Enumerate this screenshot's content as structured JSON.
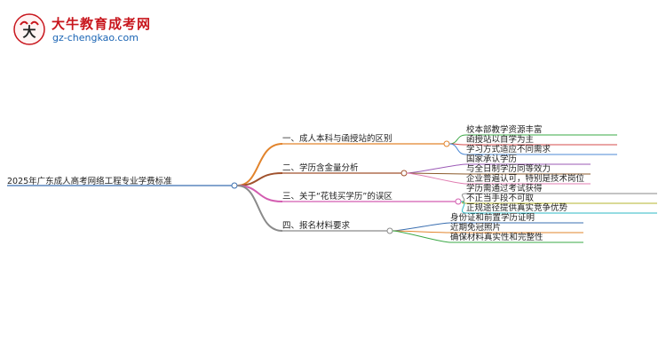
{
  "brand": {
    "title": "大牛教育成考网",
    "url": "gz-chengkao.com",
    "logo_icon": "bull-logo-icon",
    "title_color": "#c8161d",
    "url_color": "#1a64b4"
  },
  "mindmap": {
    "root": "2025年广东成人高考网络工程专业学费标准",
    "root_color": "#3a6fb0",
    "branches": [
      {
        "label": "一、成人本科与函授站的区别",
        "color": "#e2842c",
        "children": [
          {
            "label": "校本部教学资源丰富",
            "color": "#3aa845"
          },
          {
            "label": "函授站以自学为主",
            "color": "#d64b4b"
          },
          {
            "label": "学习方式适应不同需求",
            "color": "#4d8ad6"
          }
        ]
      },
      {
        "label": "二、学历含金量分析",
        "color": "#a0522d",
        "children": [
          {
            "label": "国家承认学历",
            "color": "#9b59b6"
          },
          {
            "label": "与全日制学历同等效力",
            "color": "#8b5a2b"
          },
          {
            "label": "企业普遍认可，特别是技术岗位",
            "color": "#e07bb0"
          }
        ]
      },
      {
        "label": "三、关于“花钱买学历”的误区",
        "color": "#d35cb0",
        "children": [
          {
            "label": "学历需通过考试获得",
            "color": "#8a8a8a"
          },
          {
            "label": "不正当手段不可取",
            "color": "#b5b52e"
          },
          {
            "label": "正规途径提供真实竞争优势",
            "color": "#2eb8c4"
          }
        ]
      },
      {
        "label": "四、报名材料要求",
        "color": "#8a8a8a",
        "children": [
          {
            "label": "身份证和前置学历证明",
            "color": "#3a6fb0"
          },
          {
            "label": "近期免冠照片",
            "color": "#e2842c"
          },
          {
            "label": "确保材料真实性和完整性",
            "color": "#3aa845"
          }
        ]
      }
    ]
  }
}
